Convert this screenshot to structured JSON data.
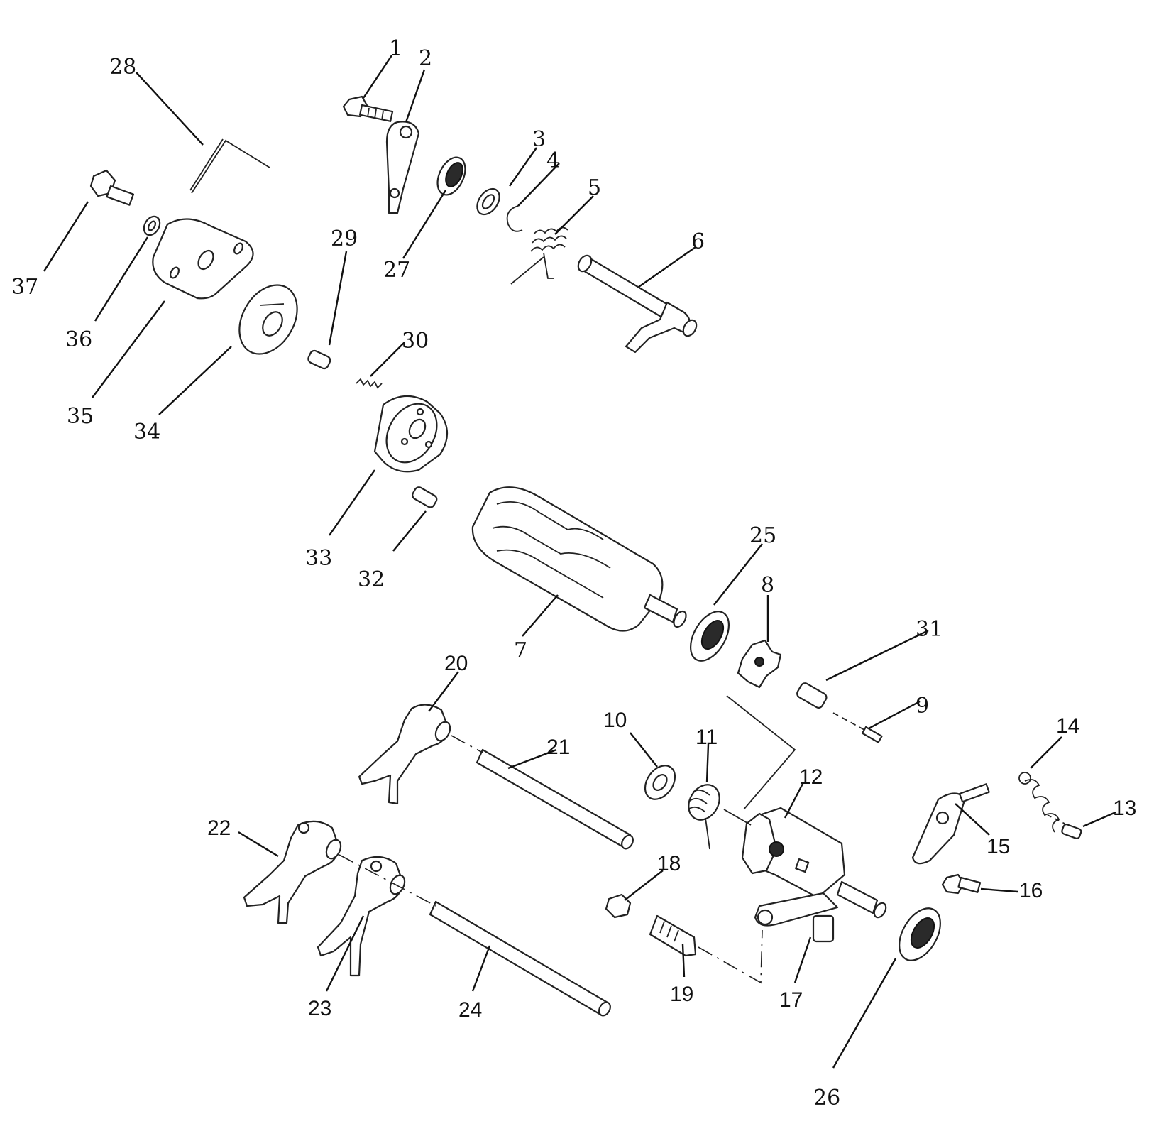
{
  "callouts": [
    {
      "id": "c1",
      "text": "1"
    },
    {
      "id": "c2",
      "text": "2"
    },
    {
      "id": "c3",
      "text": "3"
    },
    {
      "id": "c4",
      "text": "4"
    },
    {
      "id": "c5",
      "text": "5"
    },
    {
      "id": "c6",
      "text": "6"
    },
    {
      "id": "c7",
      "text": "7"
    },
    {
      "id": "c8",
      "text": "8"
    },
    {
      "id": "c9",
      "text": "9"
    },
    {
      "id": "c10",
      "text": "10"
    },
    {
      "id": "c11",
      "text": "11"
    },
    {
      "id": "c12",
      "text": "12"
    },
    {
      "id": "c13",
      "text": "13"
    },
    {
      "id": "c14",
      "text": "14"
    },
    {
      "id": "c15",
      "text": "15"
    },
    {
      "id": "c16",
      "text": "16"
    },
    {
      "id": "c17",
      "text": "17"
    },
    {
      "id": "c18",
      "text": "18"
    },
    {
      "id": "c19",
      "text": "19"
    },
    {
      "id": "c20",
      "text": "20"
    },
    {
      "id": "c21",
      "text": "21"
    },
    {
      "id": "c22",
      "text": "22"
    },
    {
      "id": "c23",
      "text": "23"
    },
    {
      "id": "c24",
      "text": "24"
    },
    {
      "id": "c25",
      "text": "25"
    },
    {
      "id": "c26",
      "text": "26"
    },
    {
      "id": "c27",
      "text": "27"
    },
    {
      "id": "c28",
      "text": "28"
    },
    {
      "id": "c29",
      "text": "29"
    },
    {
      "id": "c30",
      "text": "30"
    },
    {
      "id": "c31",
      "text": "31"
    },
    {
      "id": "c32",
      "text": "32"
    },
    {
      "id": "c33",
      "text": "33"
    },
    {
      "id": "c34",
      "text": "34"
    },
    {
      "id": "c35",
      "text": "35"
    },
    {
      "id": "c36",
      "text": "36"
    },
    {
      "id": "c37",
      "text": "37"
    }
  ]
}
